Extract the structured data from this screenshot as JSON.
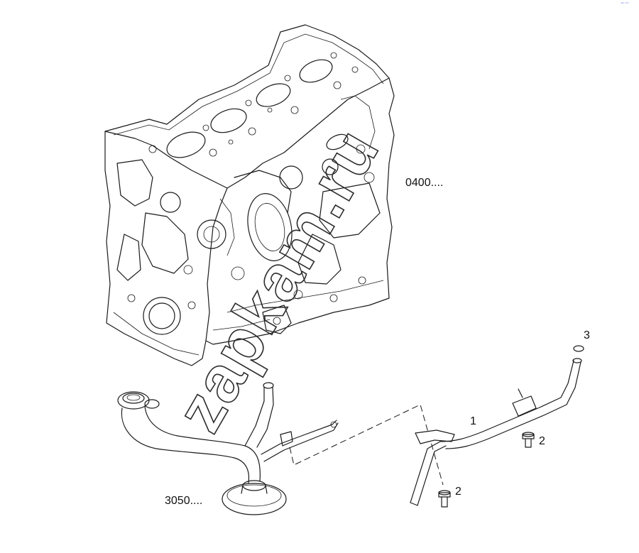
{
  "diagram": {
    "callouts": {
      "block_ref": "0400....",
      "pump_ref": "3050....",
      "pipe": "1",
      "screw_upper": "2",
      "screw_lower": "2",
      "oring": "3"
    },
    "watermark": "zapkam.ru",
    "corner_mark": "ᵔᵃ ᵔᵔᵔ"
  }
}
